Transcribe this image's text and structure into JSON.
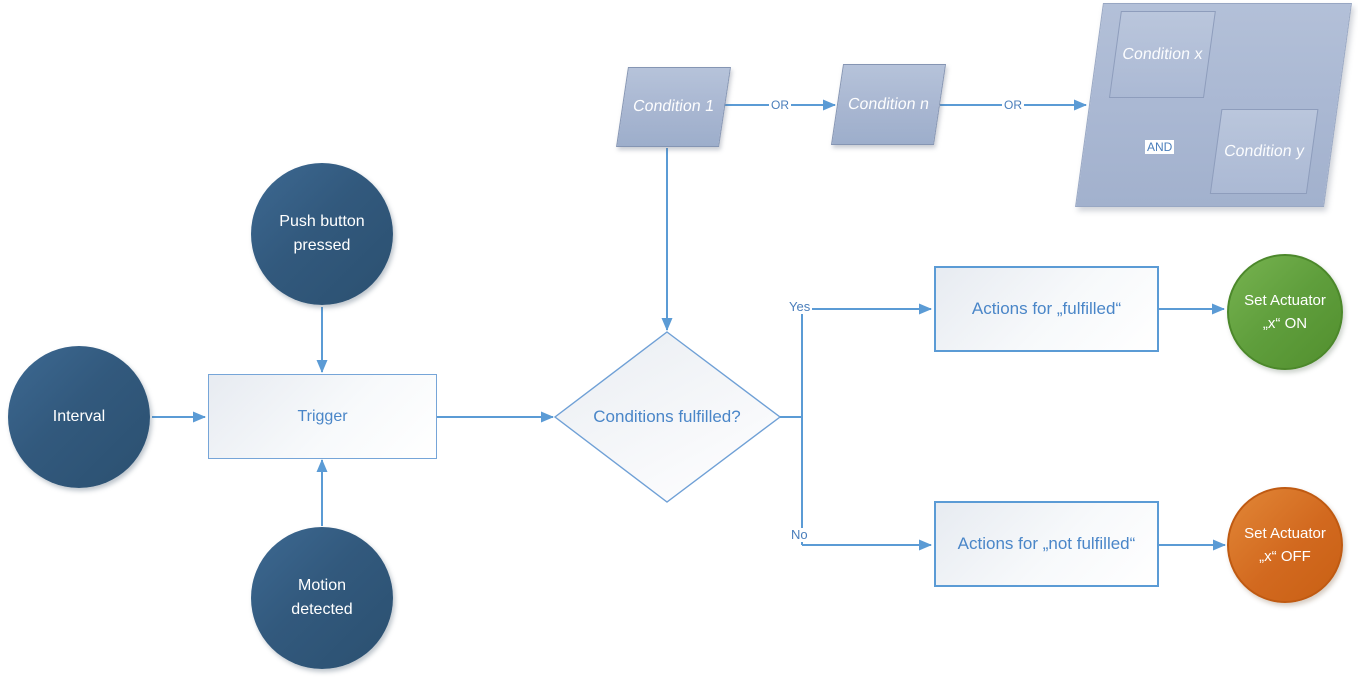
{
  "colors": {
    "connector_blue": "#5b9bd5",
    "node_text_blue": "#4a86c8",
    "label_text_blue": "#4a7ebb",
    "trigger_circle_blue": "#32597d",
    "condition_fill": "#a9b8d3",
    "actuator_on_green": "#5f9e3c",
    "actuator_off_orange": "#d2691f"
  },
  "nodes": {
    "push_button": {
      "label": "Push button pressed"
    },
    "interval": {
      "label": "Interval"
    },
    "motion": {
      "label": "Motion detected"
    },
    "trigger": {
      "label": "Trigger"
    },
    "decision": {
      "label": "Conditions fulfilled?"
    },
    "condition_1": {
      "label": "Condition 1"
    },
    "condition_n": {
      "label": "Condition n"
    },
    "condition_x": {
      "label": "Condition x"
    },
    "condition_y": {
      "label": "Condition y"
    },
    "actions_fulfilled": {
      "label": "Actions for „fulfilled“"
    },
    "actions_not_fulfilled": {
      "label": "Actions for „not fulfilled“"
    },
    "set_actuator_on": {
      "label": "Set Actuator „x“ ON"
    },
    "set_actuator_off": {
      "label": "Set Actuator „x“ OFF"
    }
  },
  "edge_labels": {
    "or_1": "OR",
    "or_2": "OR",
    "and": "AND",
    "yes": "Yes",
    "no": "No"
  }
}
